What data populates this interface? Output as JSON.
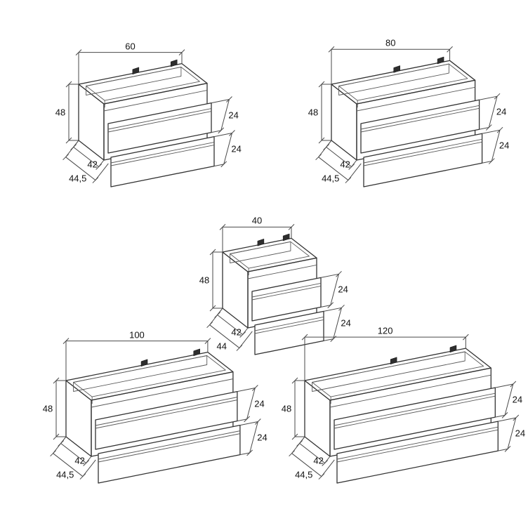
{
  "figure": {
    "kind": "furniture-technical-drawing",
    "subject": "wall-hung vanity cabinets with two drawers, five width variants",
    "background_color": "#ffffff",
    "line_color": "#333333",
    "dimension_line_color": "#4a4a4a",
    "text_color": "#111111"
  },
  "cabinets": [
    {
      "name": "vanity-60",
      "width_label": "60",
      "height_label": "48",
      "depth_inner_label": "42",
      "depth_total_label": "44,5",
      "drawer_top_label": "24",
      "drawer_bottom_label": "24",
      "dimensions": {
        "width": 60,
        "height": 48,
        "depth_carcass": 42,
        "depth_total": 44.5,
        "drawer_front_height": 24,
        "drawer_count": 2
      }
    },
    {
      "name": "vanity-80",
      "width_label": "80",
      "height_label": "48",
      "depth_inner_label": "42",
      "depth_total_label": "44,5",
      "drawer_top_label": "24",
      "drawer_bottom_label": "24",
      "dimensions": {
        "width": 80,
        "height": 48,
        "depth_carcass": 42,
        "depth_total": 44.5,
        "drawer_front_height": 24,
        "drawer_count": 2
      }
    },
    {
      "name": "vanity-40",
      "width_label": "40",
      "height_label": "48",
      "depth_inner_label": "42",
      "depth_total_label": "44",
      "drawer_top_label": "24",
      "drawer_bottom_label": "24",
      "dimensions": {
        "width": 40,
        "height": 48,
        "depth_carcass": 42,
        "depth_total": 44,
        "drawer_front_height": 24,
        "drawer_count": 2
      }
    },
    {
      "name": "vanity-100",
      "width_label": "100",
      "height_label": "48",
      "depth_inner_label": "42",
      "depth_total_label": "44,5",
      "drawer_top_label": "24",
      "drawer_bottom_label": "24",
      "dimensions": {
        "width": 100,
        "height": 48,
        "depth_carcass": 42,
        "depth_total": 44.5,
        "drawer_front_height": 24,
        "drawer_count": 2
      }
    },
    {
      "name": "vanity-120",
      "width_label": "120",
      "height_label": "48",
      "depth_inner_label": "42",
      "depth_total_label": "44,5",
      "drawer_top_label": "24",
      "drawer_bottom_label": "24",
      "dimensions": {
        "width": 120,
        "height": 48,
        "depth_carcass": 42,
        "depth_total": 44.5,
        "drawer_front_height": 24,
        "drawer_count": 2
      }
    }
  ]
}
